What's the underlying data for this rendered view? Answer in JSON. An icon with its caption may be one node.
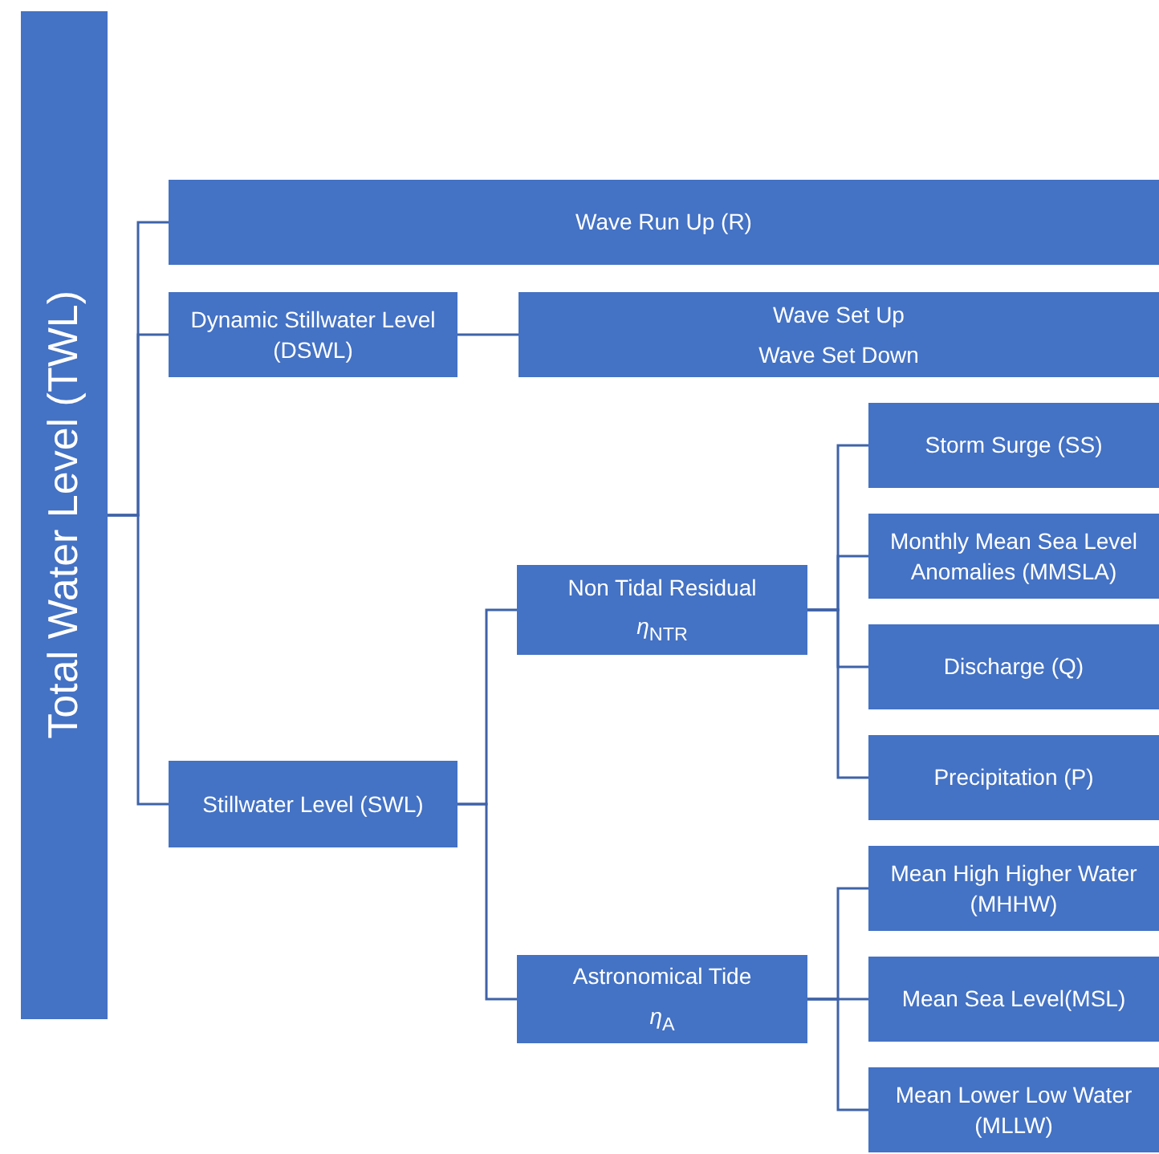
{
  "diagram": {
    "nodes": [
      {
        "text": [
          "Total Water Level (TWL)"
        ]
      },
      {
        "text": [
          "Wave Run Up  (R)"
        ]
      },
      {
        "text": [
          "Dynamic Stillwater Level (DSWL)"
        ]
      },
      {
        "text": [
          "Wave Set Up",
          "Wave Set Down"
        ]
      },
      {
        "text": [
          "Stillwater Level (SWL)"
        ]
      },
      {
        "text": [
          "Non Tidal Residual",
          "*η*$_{NTR}$"
        ]
      },
      {
        "text": [
          "Astronomical Tide",
          "*η*$_{A}$"
        ]
      },
      {
        "text": [
          "Storm Surge (SS)"
        ]
      },
      {
        "text": [
          "Monthly Mean Sea Level Anomalies (MMSLA)"
        ]
      },
      {
        "text": [
          "Discharge (Q)"
        ]
      },
      {
        "text": [
          "Precipitation (P)"
        ]
      },
      {
        "text": [
          "Mean High Higher Water (MHHW)"
        ]
      },
      {
        "text": [
          "Mean Sea Level(MSL)"
        ]
      },
      {
        "text": [
          "Mean Lower Low Water (MLLW)"
        ]
      }
    ],
    "edges": [
      {
        "from": 0,
        "to": 1,
        "arrow": "none"
      },
      {
        "from": 0,
        "to": 2,
        "arrow": "none"
      },
      {
        "from": 0,
        "to": 4,
        "arrow": "none"
      },
      {
        "from": 2,
        "to": 3,
        "arrow": "none"
      },
      {
        "from": 4,
        "to": 5,
        "arrow": "none"
      },
      {
        "from": 4,
        "to": 6,
        "arrow": "none"
      },
      {
        "from": 5,
        "to": 7,
        "arrow": "none"
      },
      {
        "from": 5,
        "to": 8,
        "arrow": "none"
      },
      {
        "from": 5,
        "to": 9,
        "arrow": "none"
      },
      {
        "from": 5,
        "to": 10,
        "arrow": "none"
      },
      {
        "from": 6,
        "to": 11,
        "arrow": "none"
      },
      {
        "from": 6,
        "to": 12,
        "arrow": "none"
      },
      {
        "from": 6,
        "to": 13,
        "arrow": "none"
      }
    ]
  }
}
